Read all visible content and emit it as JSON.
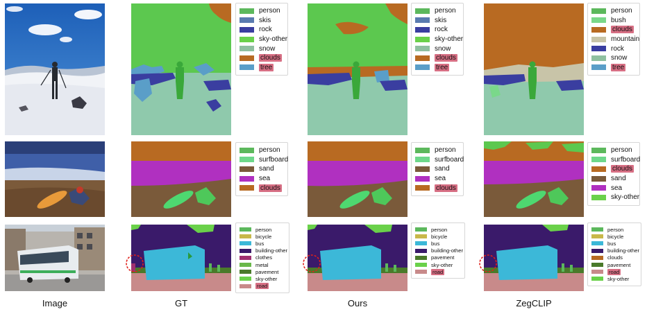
{
  "columns": [
    "Image",
    "GT",
    "Ours",
    "ZegCLIP"
  ],
  "rows": [
    {
      "legends": {
        "gt": [
          {
            "label": "person",
            "color": "#5cb85c",
            "hl": false
          },
          {
            "label": "skis",
            "color": "#5a7bb0",
            "hl": false
          },
          {
            "label": "rock",
            "color": "#3a3ea0",
            "hl": false
          },
          {
            "label": "sky-other",
            "color": "#6ad14a",
            "hl": false
          },
          {
            "label": "snow",
            "color": "#8fc0a0",
            "hl": false
          },
          {
            "label": "clouds",
            "color": "#b86a22",
            "hl": true
          },
          {
            "label": "tree",
            "color": "#5a9ec8",
            "hl": true
          }
        ],
        "ours": [
          {
            "label": "person",
            "color": "#5cb85c",
            "hl": false
          },
          {
            "label": "skis",
            "color": "#5a7bb0",
            "hl": false
          },
          {
            "label": "rock",
            "color": "#3a3ea0",
            "hl": false
          },
          {
            "label": "sky-other",
            "color": "#6ad14a",
            "hl": false
          },
          {
            "label": "snow",
            "color": "#8fc0a0",
            "hl": false
          },
          {
            "label": "clouds",
            "color": "#b86a22",
            "hl": true
          },
          {
            "label": "tree",
            "color": "#5a9ec8",
            "hl": true
          }
        ],
        "zegclip": [
          {
            "label": "person",
            "color": "#5cb85c",
            "hl": false
          },
          {
            "label": "bush",
            "color": "#7ad88a",
            "hl": false
          },
          {
            "label": "clouds",
            "color": "#b86a22",
            "hl": true
          },
          {
            "label": "mountain",
            "color": "#c8c4a8",
            "hl": false
          },
          {
            "label": "rock",
            "color": "#3a3ea0",
            "hl": false
          },
          {
            "label": "snow",
            "color": "#8fc0a0",
            "hl": false
          },
          {
            "label": "tree",
            "color": "#5a9ec8",
            "hl": true
          }
        ]
      }
    },
    {
      "legends": {
        "gt": [
          {
            "label": "person",
            "color": "#5cb85c",
            "hl": false
          },
          {
            "label": "surfboard",
            "color": "#6ed88a",
            "hl": false
          },
          {
            "label": "sand",
            "color": "#7a5a3a",
            "hl": false
          },
          {
            "label": "sea",
            "color": "#b030c0",
            "hl": false
          },
          {
            "label": "clouds",
            "color": "#b86a22",
            "hl": true
          }
        ],
        "ours": [
          {
            "label": "person",
            "color": "#5cb85c",
            "hl": false
          },
          {
            "label": "surfboard",
            "color": "#6ed88a",
            "hl": false
          },
          {
            "label": "sand",
            "color": "#7a5a3a",
            "hl": false
          },
          {
            "label": "sea",
            "color": "#b030c0",
            "hl": false
          },
          {
            "label": "clouds",
            "color": "#b86a22",
            "hl": true
          }
        ],
        "zegclip": [
          {
            "label": "person",
            "color": "#5cb85c",
            "hl": false
          },
          {
            "label": "surfboard",
            "color": "#6ed88a",
            "hl": false
          },
          {
            "label": "clouds",
            "color": "#b86a22",
            "hl": true
          },
          {
            "label": "sand",
            "color": "#7a5a3a",
            "hl": false
          },
          {
            "label": "sea",
            "color": "#b030c0",
            "hl": false
          },
          {
            "label": "sky-other",
            "color": "#6ad14a",
            "hl": false
          }
        ]
      }
    },
    {
      "legends": {
        "gt": [
          {
            "label": "person",
            "color": "#5cb85c",
            "hl": false
          },
          {
            "label": "bicycle",
            "color": "#c8b84a",
            "hl": false
          },
          {
            "label": "bus",
            "color": "#3cb8d8",
            "hl": false
          },
          {
            "label": "building-other",
            "color": "#3a1a6a",
            "hl": false
          },
          {
            "label": "clothes",
            "color": "#a03070",
            "hl": false
          },
          {
            "label": "metal",
            "color": "#6ab84a",
            "hl": false
          },
          {
            "label": "pavement",
            "color": "#4a7a2a",
            "hl": false
          },
          {
            "label": "sky-other",
            "color": "#6ad14a",
            "hl": false
          },
          {
            "label": "road",
            "color": "#c88a8a",
            "hl": true
          }
        ],
        "ours": [
          {
            "label": "person",
            "color": "#5cb85c",
            "hl": false
          },
          {
            "label": "bicycle",
            "color": "#c8b84a",
            "hl": false
          },
          {
            "label": "bus",
            "color": "#3cb8d8",
            "hl": false
          },
          {
            "label": "building-other",
            "color": "#3a1a6a",
            "hl": false
          },
          {
            "label": "pavement",
            "color": "#4a7a2a",
            "hl": false
          },
          {
            "label": "sky-other",
            "color": "#6ad14a",
            "hl": false
          },
          {
            "label": "road",
            "color": "#c88a8a",
            "hl": true
          }
        ],
        "zegclip": [
          {
            "label": "person",
            "color": "#5cb85c",
            "hl": false
          },
          {
            "label": "bicycle",
            "color": "#c8b84a",
            "hl": false
          },
          {
            "label": "bus",
            "color": "#3cb8d8",
            "hl": false
          },
          {
            "label": "building-other",
            "color": "#3a1a6a",
            "hl": false
          },
          {
            "label": "clouds",
            "color": "#b86a22",
            "hl": false
          },
          {
            "label": "pavement",
            "color": "#4a7a2a",
            "hl": false
          },
          {
            "label": "road",
            "color": "#c88a8a",
            "hl": true
          },
          {
            "label": "sky-other",
            "color": "#6ad14a",
            "hl": false
          }
        ]
      }
    }
  ]
}
